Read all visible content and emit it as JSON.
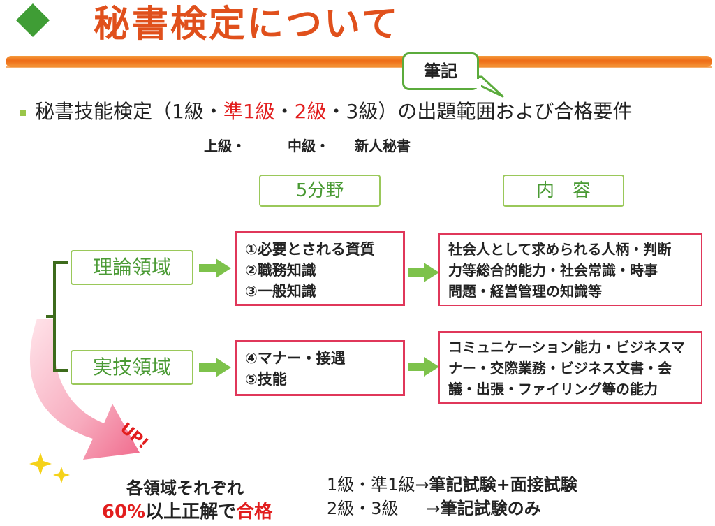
{
  "header": {
    "title": "秘書検定について"
  },
  "bubble": {
    "label": "筆記"
  },
  "subtitle": {
    "prefix": "秘書技能検定（1級・",
    "red1": "準1級",
    "sep": "・",
    "red2": "2級",
    "suffix": "・3級）の出題範囲および合格要件"
  },
  "levels": {
    "first": "上級・",
    "second": "中級・",
    "third": "新人秘書"
  },
  "columns": {
    "fields": "5分野",
    "content": "内　容"
  },
  "domains": [
    {
      "name": "理論領域",
      "fields": [
        "①必要とされる資質",
        "②職務知識",
        "③一般知識"
      ],
      "content": [
        "社会人として求められる人柄・判断",
        "力等総合的能力・社会常識・時事",
        "問題・経営管理の知識等"
      ]
    },
    {
      "name": "実技領域",
      "fields": [
        "④マナー・接遇",
        "⑤技能"
      ],
      "content": [
        "コミュニケーション能力・ビジネスマ",
        "ナー・交際業務・ビジネス文書・会",
        "議・出張・ファイリング等の能力"
      ]
    }
  ],
  "up_label": "UP!",
  "pass": {
    "line1": "各領域それぞれ",
    "percent": "60%",
    "middle": "以上正解で",
    "result": "合格"
  },
  "exams": [
    {
      "grade": "1級・準1級",
      "arrow": "→",
      "type": "筆記試験+面接試験"
    },
    {
      "grade": "2級・3級",
      "arrow": "→",
      "type": "筆記試験のみ"
    }
  ],
  "colors": {
    "title": "#e0501c",
    "accent_green": "#4a9a34",
    "red": "#e21e1e",
    "box_red": "#e0375a"
  }
}
